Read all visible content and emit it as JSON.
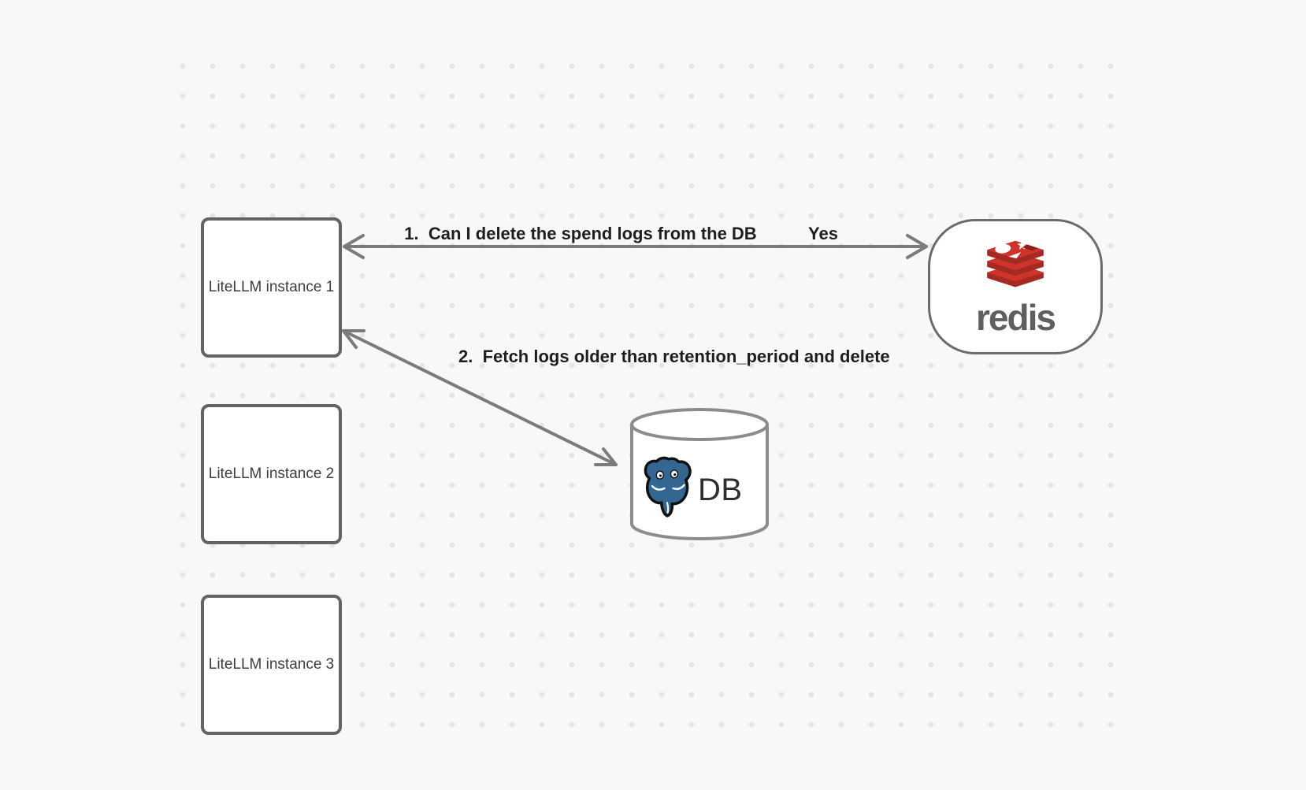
{
  "diagram": {
    "background_color": "#f8f8f6",
    "dot_color": "#e6e5e2",
    "arrow_color": "#7b7b7b",
    "nodes": {
      "instances": [
        {
          "label": "LiteLLM instance 1"
        },
        {
          "label": "LiteLLM instance 2"
        },
        {
          "label": "LiteLLM instance 3"
        }
      ],
      "redis": {
        "wordmark": "redis",
        "stack_red": "#ce342b",
        "stack_dark_red": "#a32b23",
        "wordmark_color": "#5e5f61"
      },
      "db": {
        "label": "DB",
        "elephant_blue": "#336791"
      }
    },
    "edges": [
      {
        "label": "1.  Can I delete the spend logs from the DB",
        "response": "Yes"
      },
      {
        "label": "2.  Fetch logs older than retention_period and delete"
      }
    ]
  }
}
